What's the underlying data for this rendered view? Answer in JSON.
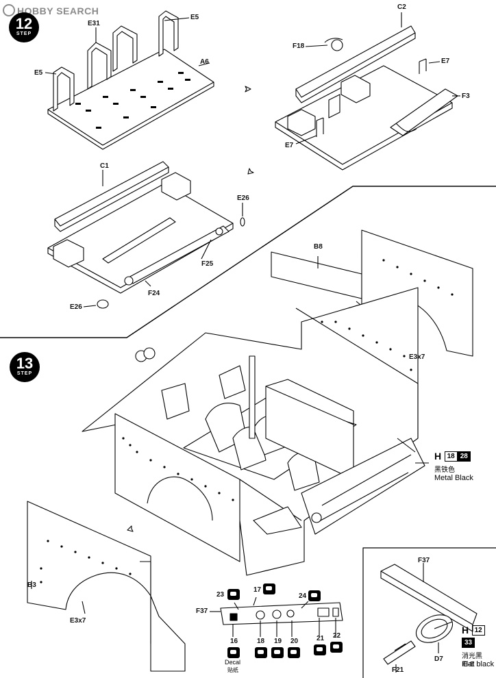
{
  "watermark": "HOBBY SEARCH",
  "steps": {
    "step12": {
      "number": "12",
      "word": "STEP"
    },
    "step13": {
      "number": "13",
      "word": "STEP"
    }
  },
  "parts": {
    "e5_top": "E5",
    "e31": "E31",
    "e5_left": "E5",
    "a6": "A6",
    "c2": "C2",
    "f18": "F18",
    "e7_top": "E7",
    "f3": "F3",
    "e7_bottom": "E7",
    "c1": "C1",
    "e26_top": "E26",
    "f25": "F25",
    "e26_bottom": "E26",
    "f24": "F24",
    "b8": "B8",
    "e3x7_top": "E3x7",
    "b3": "B3",
    "e3x7_bottom": "E3x7",
    "f37_detail": "F37",
    "f37_dash": "F37",
    "f21": "F21",
    "d7": "D7",
    "section": "E-E"
  },
  "paints": {
    "metal_black": {
      "prefix": "H",
      "code1": "18",
      "code2": "28",
      "cn": "黑铁色",
      "en": "Metal  Black"
    },
    "flat_black": {
      "prefix": "H",
      "code1": "12",
      "code2": "33",
      "cn": "消光黑",
      "en": "Flat black"
    }
  },
  "decals": {
    "d16": "16",
    "d17": "17",
    "d18": "18",
    "d19": "19",
    "d20": "20",
    "d21": "21",
    "d22": "22",
    "d23": "23",
    "d24": "24",
    "decal_en": "Decal",
    "decal_cn": "贴纸"
  }
}
